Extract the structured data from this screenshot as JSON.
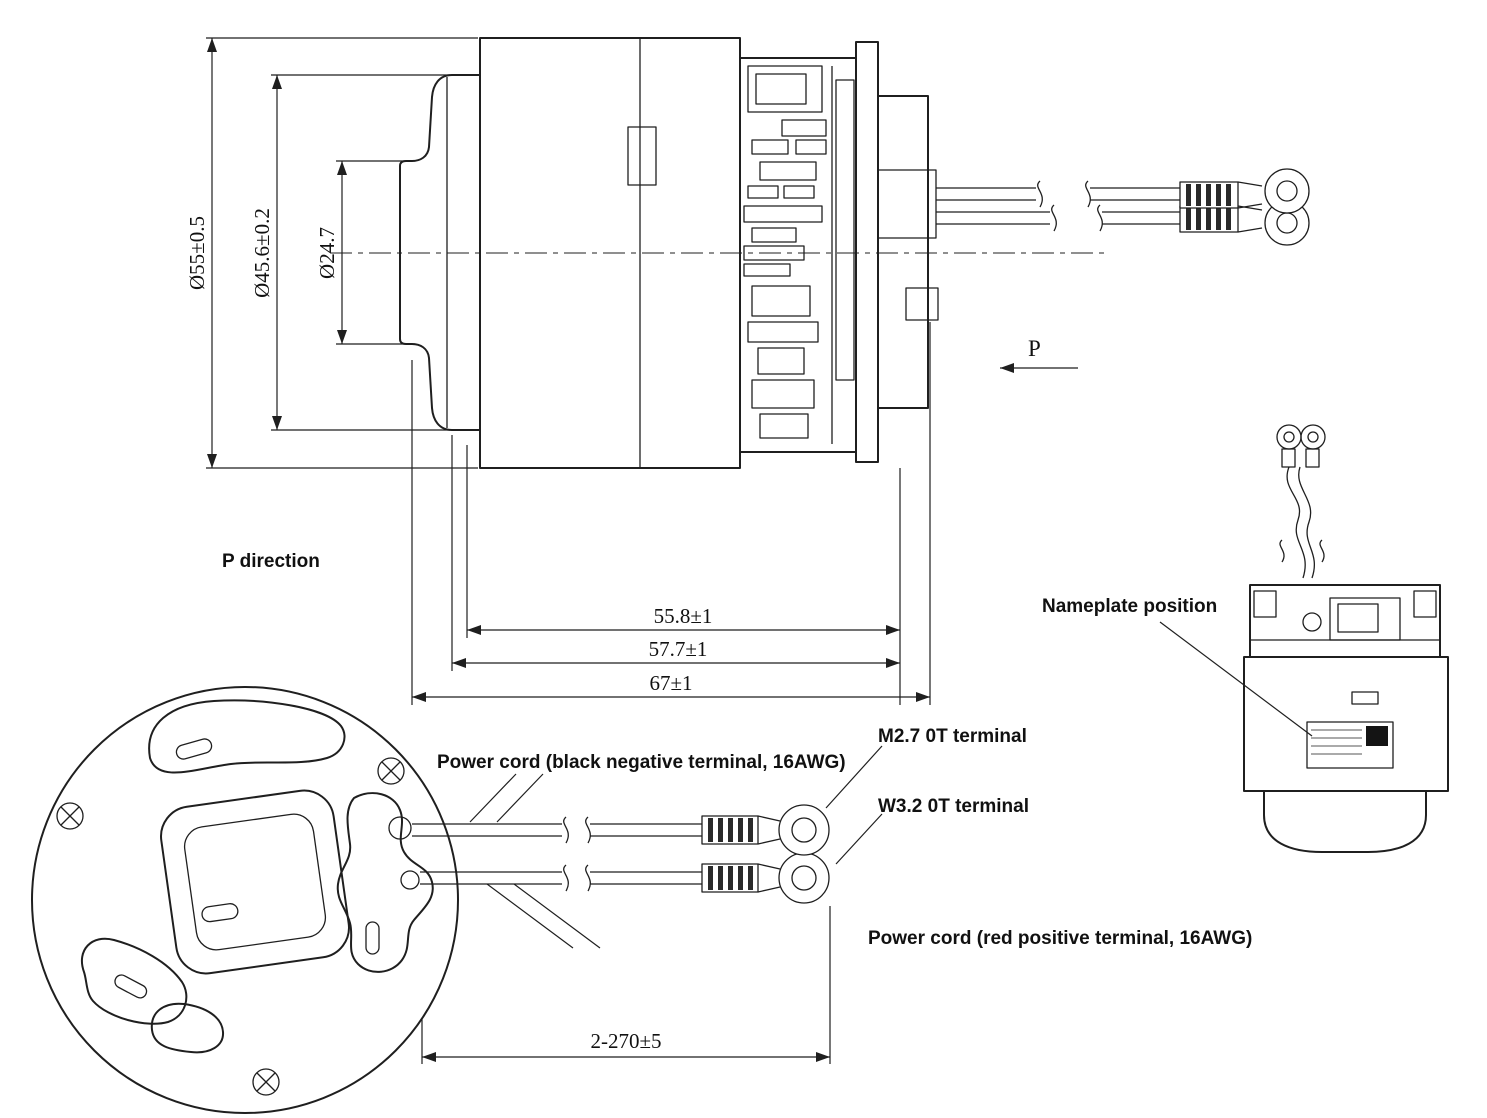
{
  "side_view": {
    "dims": {
      "outer_diameter": "Ø55±0.5",
      "mid_diameter": "Ø45.6±0.2",
      "hub_diameter": "Ø24.7",
      "length_inner": "55.8±1",
      "length_mid": "57.7±1",
      "length_overall": "67±1"
    },
    "p_arrow": "P",
    "p_direction": "P direction"
  },
  "bottom_view": {
    "power_cord_black": "Power cord (black negative terminal, 16AWG)",
    "terminal_m27": "M2.7 0T terminal",
    "terminal_w32": "W3.2 0T terminal",
    "power_cord_red": "Power cord (red positive terminal, 16AWG)",
    "cord_length": "2-270±5"
  },
  "nameplate_view": {
    "label": "Nameplate position"
  },
  "colors": {
    "line": "#1f1f1f",
    "background": "#ffffff"
  }
}
